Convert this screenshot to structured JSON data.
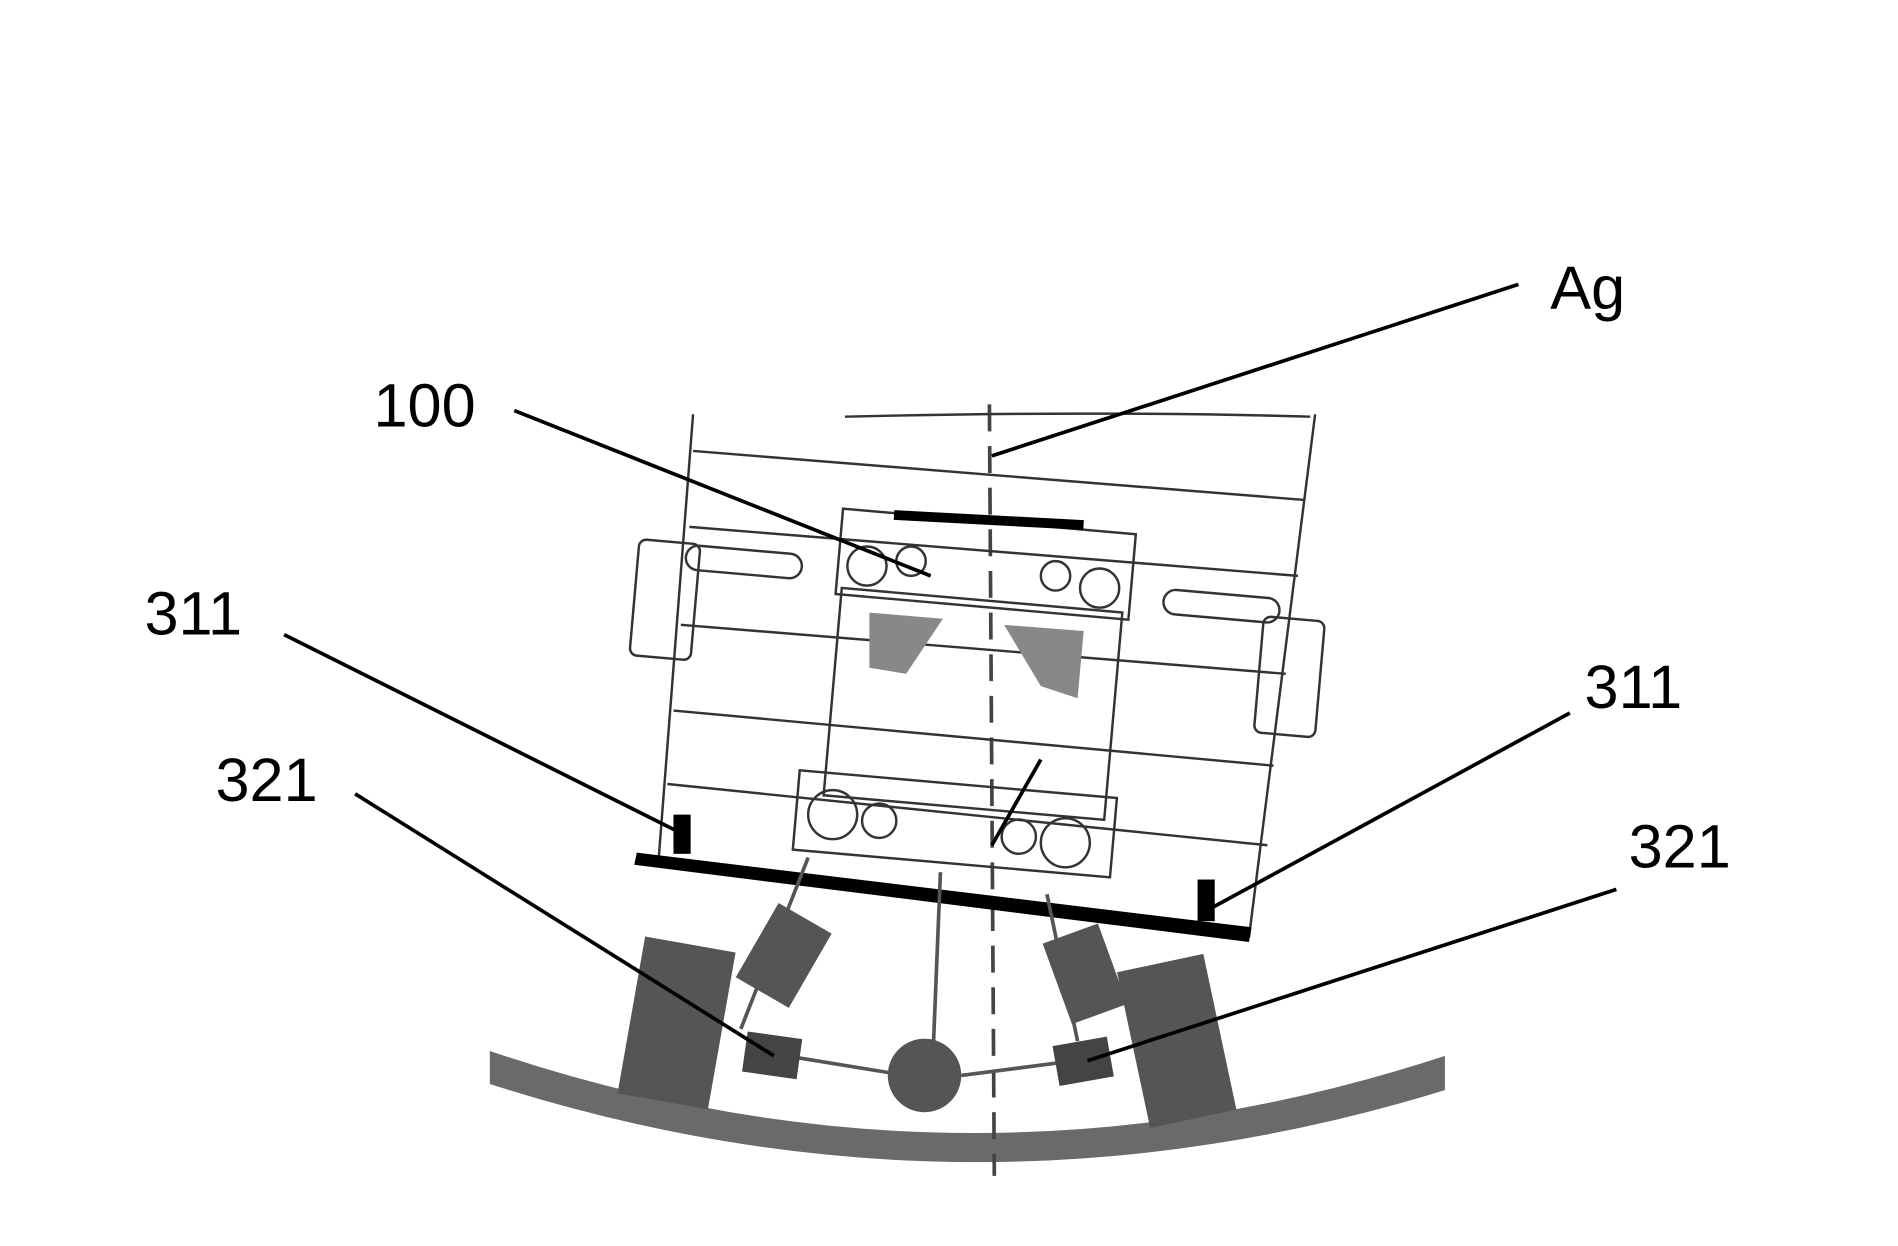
{
  "figure": {
    "labels": {
      "ag": "Ag",
      "device": "100",
      "sensor_left": "311",
      "sensor_right": "311",
      "actuator_left": "321",
      "actuator_right": "321"
    },
    "colors": {
      "line": "#000000",
      "dark_block": "#555555",
      "rail": "#6a6a6a"
    }
  }
}
